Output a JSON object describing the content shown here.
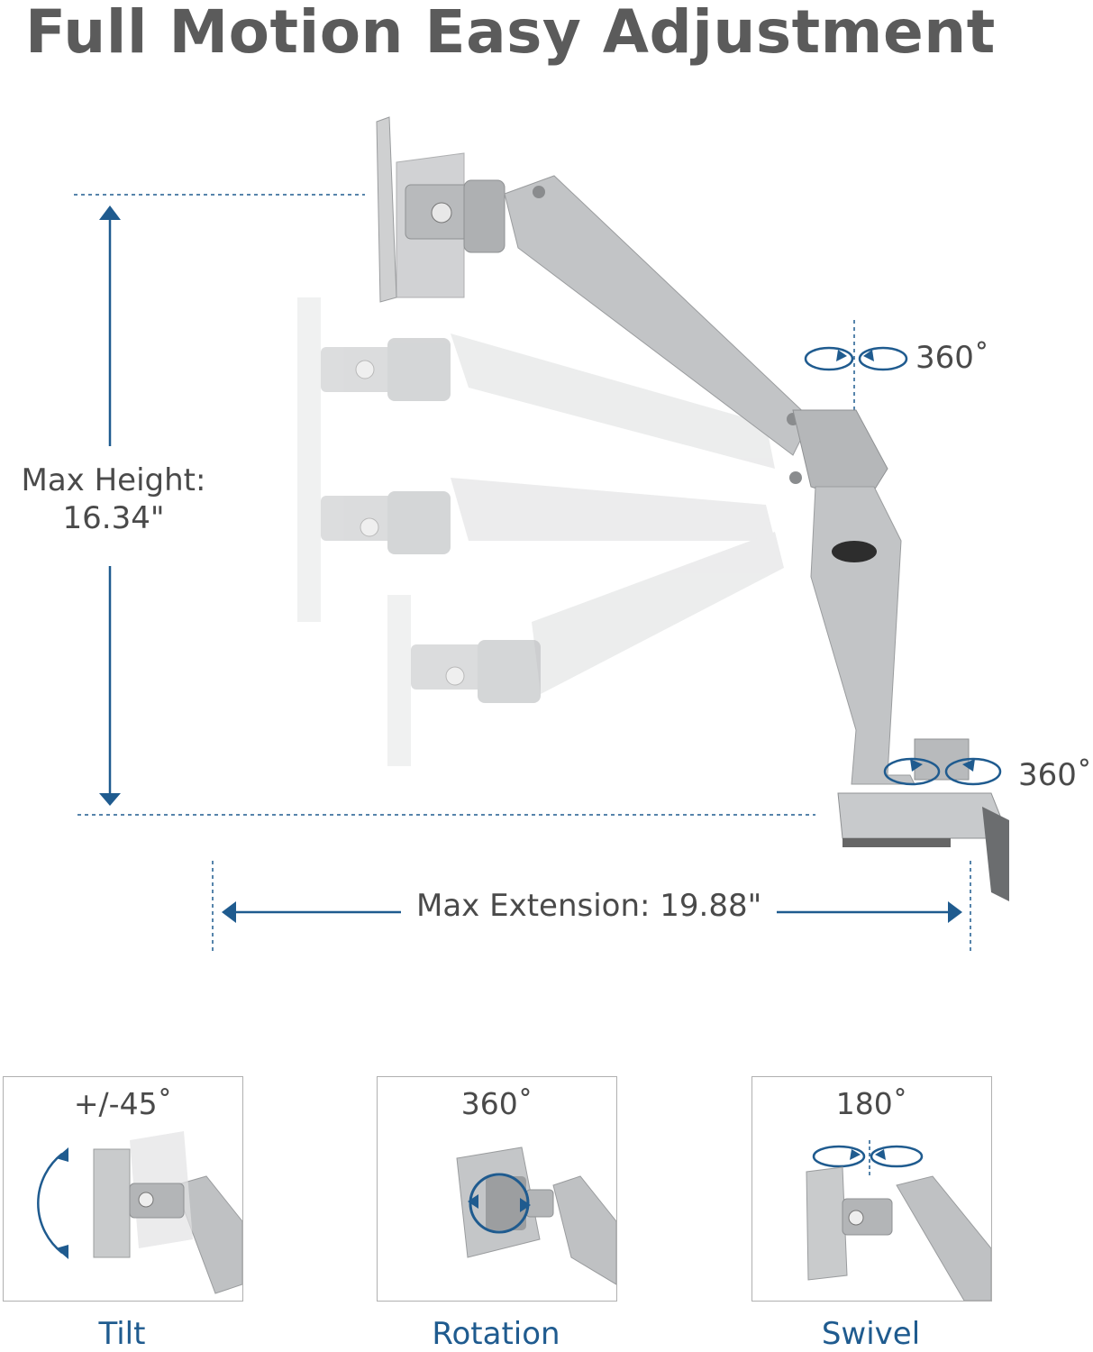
{
  "title": "Full Motion Easy Adjustment",
  "colors": {
    "accent": "#1f5b8f",
    "text": "#4a4a4a",
    "title": "#5b5b5b",
    "metal": "#bfc1c3"
  },
  "dimensions": {
    "max_height_label": "Max Height:",
    "max_height_value": "16.34\"",
    "max_extension": "Max Extension: 19.88\""
  },
  "rotations": {
    "joint_swivel": "360˚",
    "base_swivel": "360˚"
  },
  "features": [
    {
      "caption": "Tilt",
      "angle": "+/-45˚",
      "icon": "tilt-arrow-icon"
    },
    {
      "caption": "Rotation",
      "angle": "360˚",
      "icon": "rotation-arrow-icon"
    },
    {
      "caption": "Swivel",
      "angle": "180˚",
      "icon": "swivel-arrow-icon"
    }
  ]
}
